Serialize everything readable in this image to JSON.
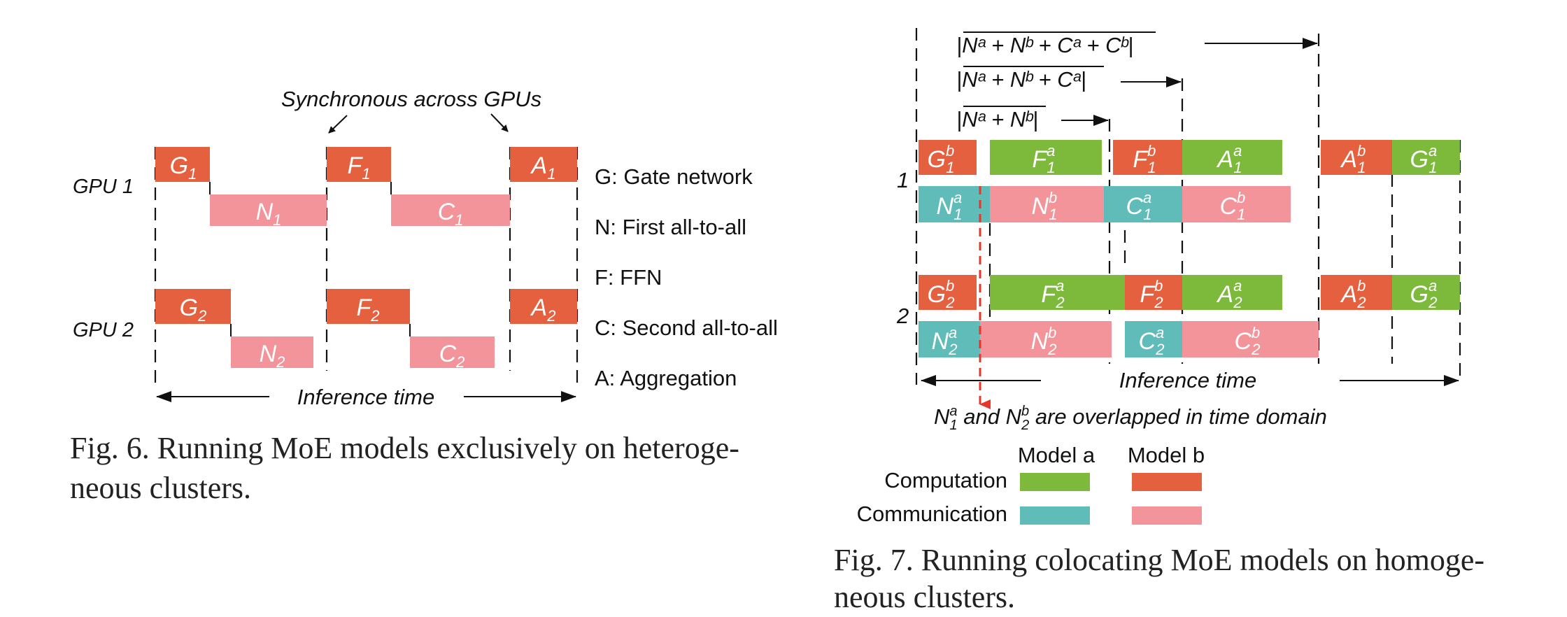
{
  "colors": {
    "gate": "#e5603e",
    "comm_b": "#f3939a",
    "comp_a": "#7dba3c",
    "comm_a": "#5fbcb8",
    "red_arrow": "#e8352a",
    "text": "#222222"
  },
  "fig6": {
    "sync_label": "Synchronous across GPUs",
    "gpu1_label": "GPU 1",
    "gpu2_label": "GPU 2",
    "time_label": "Inference time",
    "legend": [
      "G: Gate network",
      "N: First all-to-all",
      "F: FFN",
      "C: Second all-to-all",
      "A: Aggregation"
    ],
    "blocks": [
      {
        "base": "G",
        "sub": "1"
      },
      {
        "base": "N",
        "sub": "1"
      },
      {
        "base": "F",
        "sub": "1"
      },
      {
        "base": "C",
        "sub": "1"
      },
      {
        "base": "A",
        "sub": "1"
      },
      {
        "base": "G",
        "sub": "2"
      },
      {
        "base": "N",
        "sub": "2"
      },
      {
        "base": "F",
        "sub": "2"
      },
      {
        "base": "C",
        "sub": "2"
      },
      {
        "base": "A",
        "sub": "2"
      }
    ],
    "caption_line1": "Fig. 6.  Running MoE models exclusively on heteroge-",
    "caption_line2": "neous clusters."
  },
  "fig7": {
    "bracket1": "Nᵃ + Nᵇ + Cᵃ + Cᵇ",
    "bracket2": "Nᵃ + Nᵇ + Cᵃ",
    "bracket3": "Nᵃ + Nᵇ",
    "row1_label": "1",
    "row2_label": "2",
    "time_label": "Inference time",
    "overlap_note_base1": "N",
    "overlap_note_sup1": "a",
    "overlap_note_sub1": "1",
    "overlap_note_mid": " and N",
    "overlap_note_sup2": "b",
    "overlap_note_sub2": "2",
    "overlap_note_rest": " are overlapped in time domain",
    "legend_model_a": "Model a",
    "legend_model_b": "Model b",
    "legend_computation": "Computation",
    "legend_communication": "Communication",
    "blocks": [
      {
        "base": "G",
        "sup": "b",
        "sub": "1"
      },
      {
        "base": "F",
        "sup": "a",
        "sub": "1"
      },
      {
        "base": "F",
        "sup": "b",
        "sub": "1"
      },
      {
        "base": "A",
        "sup": "a",
        "sub": "1"
      },
      {
        "base": "A",
        "sup": "b",
        "sub": "1"
      },
      {
        "base": "G",
        "sup": "a",
        "sub": "1"
      },
      {
        "base": "N",
        "sup": "a",
        "sub": "1"
      },
      {
        "base": "N",
        "sup": "b",
        "sub": "1"
      },
      {
        "base": "C",
        "sup": "a",
        "sub": "1"
      },
      {
        "base": "C",
        "sup": "b",
        "sub": "1"
      },
      {
        "base": "G",
        "sup": "b",
        "sub": "2"
      },
      {
        "base": "F",
        "sup": "a",
        "sub": "2"
      },
      {
        "base": "F",
        "sup": "b",
        "sub": "2"
      },
      {
        "base": "A",
        "sup": "a",
        "sub": "2"
      },
      {
        "base": "A",
        "sup": "b",
        "sub": "2"
      },
      {
        "base": "G",
        "sup": "a",
        "sub": "2"
      },
      {
        "base": "N",
        "sup": "a",
        "sub": "2"
      },
      {
        "base": "N",
        "sup": "b",
        "sub": "2"
      },
      {
        "base": "C",
        "sup": "a",
        "sub": "2"
      },
      {
        "base": "C",
        "sup": "b",
        "sub": "2"
      }
    ],
    "caption_line1": "Fig. 7.  Running colocating MoE models on homoge-",
    "caption_line2": "neous clusters."
  }
}
